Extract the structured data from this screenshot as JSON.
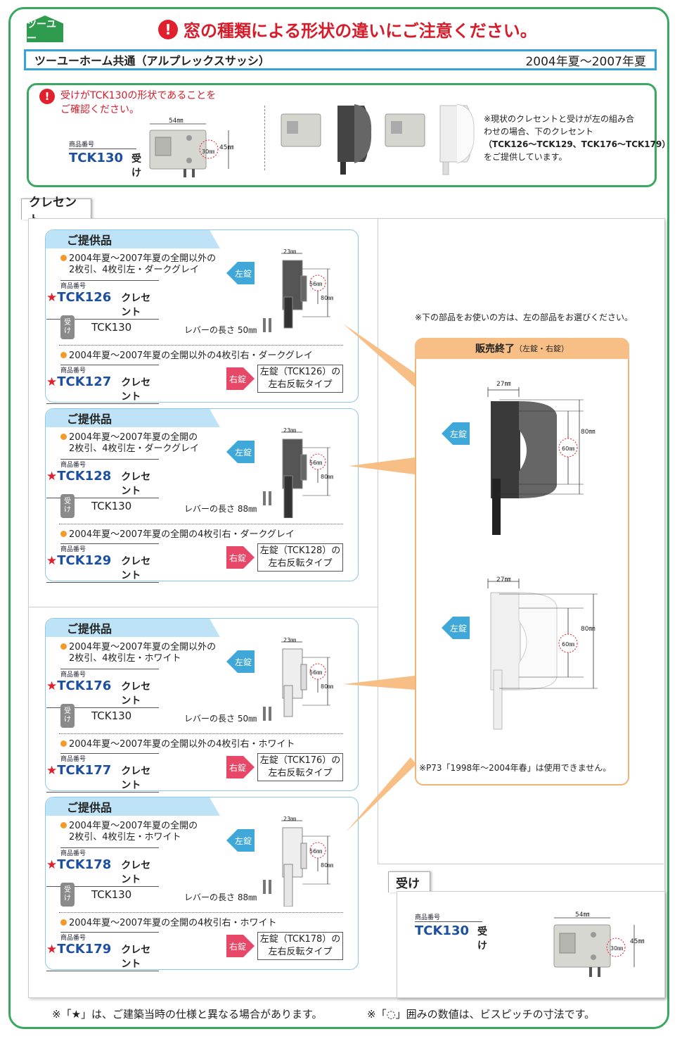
{
  "logo": "ツーユー",
  "headline": "窓の種類による形状の違いにご注意ください。",
  "model_bar": {
    "name": "ツーユーホーム共通（アルプレックスサッシ）",
    "period": "2004年夏〜2007年夏"
  },
  "notice": {
    "line1": "受けがTCK130の形状であることを",
    "line2": "ご確認ください。",
    "product_label": "商品番号",
    "product_code": "TCK130",
    "product_name": "受け",
    "dims": {
      "w": "54㎜",
      "h": "45㎜",
      "pitch": "30㎜"
    },
    "side_note": [
      "※現状のクレセントと受けが左の組み合",
      "わせの場合、下のクレセント",
      "（TCK126〜TCK129、TCK176〜TCK179）",
      "をご提供しています。"
    ]
  },
  "crescent_tab": "クレセント",
  "card_head": "ご提供品",
  "label_code": "商品番号",
  "label_crescent": "クレセント",
  "uke_badge": [
    "受",
    "け"
  ],
  "left_lock": "左錠",
  "right_lock": "右錠",
  "dim_labels": {
    "w23": "23㎜",
    "p56": "56㎜",
    "h80": "80㎜"
  },
  "cards": [
    {
      "desc": [
        "2004年夏〜2007年夏の全開以外の",
        "2枚引、4枚引左・ダークグレイ"
      ],
      "code": "TCK126",
      "uke": "TCK130",
      "lever": "レバーの長さ 50㎜",
      "desc2": "2004年夏〜2007年夏の全開以外の4枚引右・ダークグレイ",
      "code2": "TCK127",
      "rev1": "左錠（TCK126）の",
      "rev2": "左右反転タイプ",
      "color": "#555"
    },
    {
      "desc": [
        "2004年夏〜2007年夏の全開の",
        "2枚引、4枚引左・ダークグレイ"
      ],
      "code": "TCK128",
      "uke": "TCK130",
      "lever": "レバーの長さ 88㎜",
      "desc2": "2004年夏〜2007年夏の全開の4枚引右・ダークグレイ",
      "code2": "TCK129",
      "rev1": "左錠（TCK128）の",
      "rev2": "左右反転タイプ",
      "color": "#555"
    },
    {
      "desc": [
        "2004年夏〜2007年夏の全開以外の",
        "2枚引、4枚引左・ホワイト"
      ],
      "code": "TCK176",
      "uke": "TCK130",
      "lever": "レバーの長さ 50㎜",
      "desc2": "2004年夏〜2007年夏の全開以外の4枚引右・ホワイト",
      "code2": "TCK177",
      "rev1": "左錠（TCK176）の",
      "rev2": "左右反転タイプ",
      "color": "#eee"
    },
    {
      "desc": [
        "2004年夏〜2007年夏の全開の",
        "2枚引、4枚引左・ホワイト"
      ],
      "code": "TCK178",
      "uke": "TCK130",
      "lever": "レバーの長さ 88㎜",
      "desc2": "2004年夏〜2007年夏の全開の4枚引右・ホワイト",
      "code2": "TCK179",
      "rev1": "左錠（TCK178）の",
      "rev2": "左右反転タイプ",
      "color": "#eee"
    }
  ],
  "discontinued": {
    "intro": "※下の部品をお使いの方は、左の部品をお選びください。",
    "head": "販売終了",
    "head_sub": "（左錠・右錠）",
    "w": "27㎜",
    "h": "80㎜",
    "pitch": "60㎜",
    "note": "※P73「1998年〜2004年春」は使用できません。"
  },
  "uke_tab": "受け",
  "uke_section": {
    "code": "TCK130",
    "name": "受け",
    "w": "54㎜",
    "h": "45㎜",
    "pitch": "30㎜"
  },
  "footer": {
    "left": "※「★」は、ご建築当時の仕様と異なる場合があります。",
    "right": "※「◌」囲みの数値は、ビスピッチの寸法です。"
  }
}
